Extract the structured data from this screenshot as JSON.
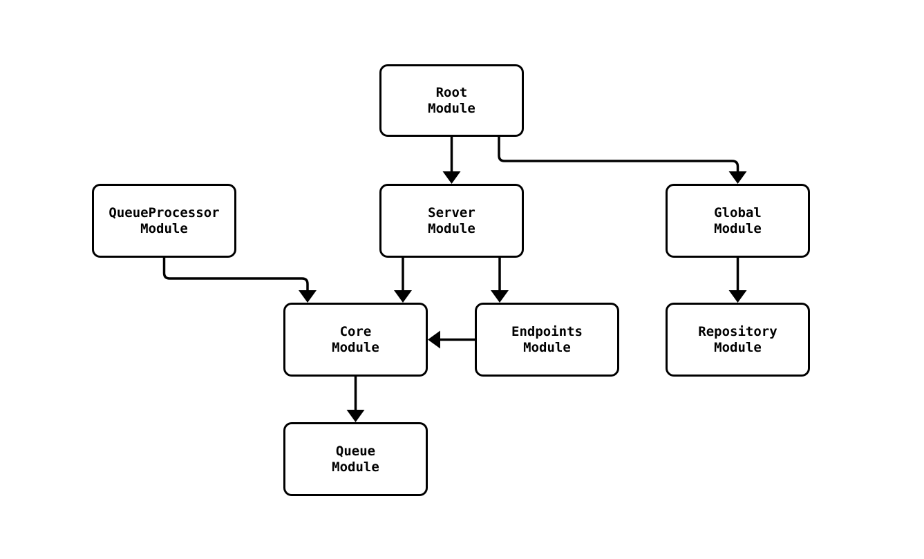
{
  "diagram": {
    "type": "flowchart",
    "background_color": "#ffffff",
    "line_color": "#000000",
    "node_fill_color": "#ffffff",
    "nodes": [
      {
        "id": "root",
        "line1": "Root",
        "line2": "Module"
      },
      {
        "id": "queue_processor",
        "line1": "QueueProcessor",
        "line2": "Module"
      },
      {
        "id": "server",
        "line1": "Server",
        "line2": "Module"
      },
      {
        "id": "global",
        "line1": "Global",
        "line2": "Module"
      },
      {
        "id": "core",
        "line1": "Core",
        "line2": "Module"
      },
      {
        "id": "endpoints",
        "line1": "Endpoints",
        "line2": "Module"
      },
      {
        "id": "repository",
        "line1": "Repository",
        "line2": "Module"
      },
      {
        "id": "queue",
        "line1": "Queue",
        "line2": "Module"
      }
    ],
    "edges": [
      {
        "from": "Root Module",
        "to": "Server Module"
      },
      {
        "from": "Root Module",
        "to": "Global Module"
      },
      {
        "from": "QueueProcessor Module",
        "to": "Core Module"
      },
      {
        "from": "Server Module",
        "to": "Core Module"
      },
      {
        "from": "Server Module",
        "to": "Endpoints Module"
      },
      {
        "from": "Endpoints Module",
        "to": "Core Module"
      },
      {
        "from": "Global Module",
        "to": "Repository Module"
      },
      {
        "from": "Core Module",
        "to": "Queue Module"
      }
    ]
  }
}
